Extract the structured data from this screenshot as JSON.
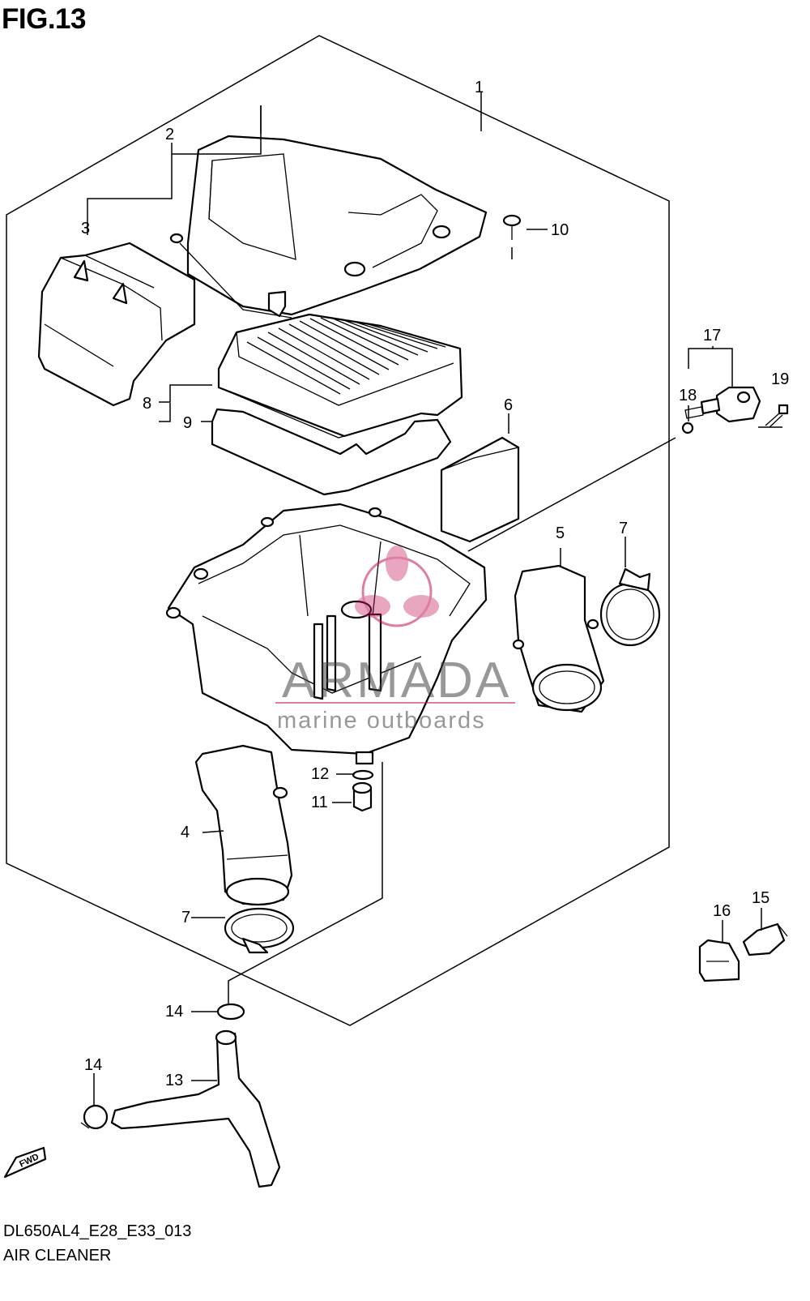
{
  "figure": {
    "title": "FIG.13",
    "code": "DL650AL4_E28_E33_013",
    "name": "AIR CLEANER"
  },
  "callouts": [
    {
      "number": "1"
    },
    {
      "number": "2"
    },
    {
      "number": "3"
    },
    {
      "number": "4"
    },
    {
      "number": "5"
    },
    {
      "number": "6"
    },
    {
      "number": "7"
    },
    {
      "number": "7"
    },
    {
      "number": "8"
    },
    {
      "number": "9"
    },
    {
      "number": "10"
    },
    {
      "number": "11"
    },
    {
      "number": "12"
    },
    {
      "number": "13"
    },
    {
      "number": "14"
    },
    {
      "number": "14"
    },
    {
      "number": "15"
    },
    {
      "number": "16"
    },
    {
      "number": "17"
    },
    {
      "number": "18"
    },
    {
      "number": "19"
    }
  ],
  "direction_badge": "FWD",
  "watermark": {
    "brand": "ARMADA",
    "tagline": "marine outboards",
    "color": "#c2185b"
  }
}
